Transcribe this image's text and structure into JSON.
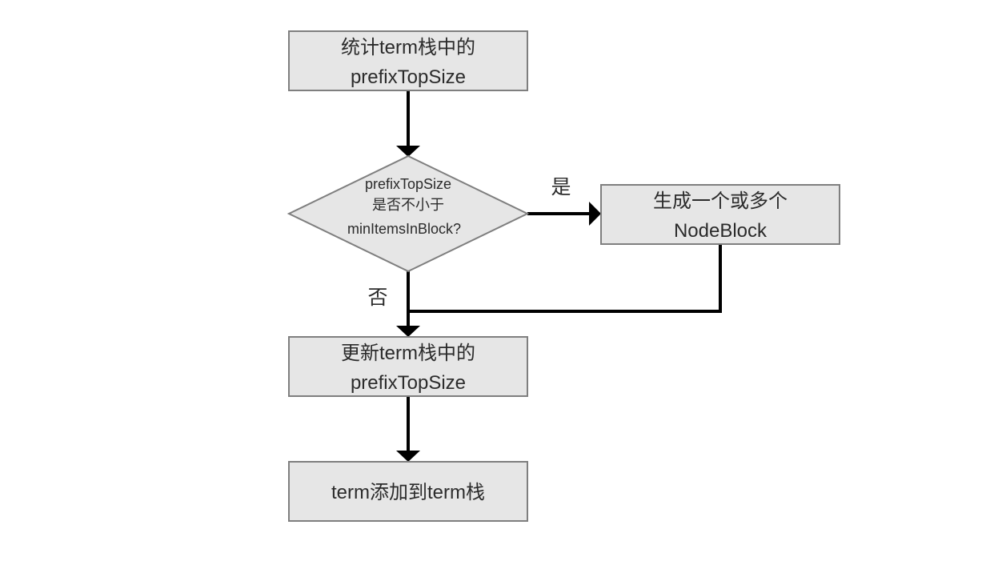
{
  "colors": {
    "node_fill": "#e6e6e6",
    "node_stroke": "#7f7f7f",
    "edge": "#000000",
    "text": "#2b2b2b"
  },
  "nodes": {
    "count_prefix": {
      "line1": "统计term栈中的",
      "line2": "prefixTopSize"
    },
    "decision": {
      "line1": "prefixTopSize",
      "line2": "是否不小于",
      "line3": "minItemsInBlock?"
    },
    "generate_block": {
      "line1": "生成一个或多个",
      "line2": "NodeBlock"
    },
    "update_prefix": {
      "line1": "更新term栈中的",
      "line2": "prefixTopSize"
    },
    "push_term": {
      "line1": "term添加到term栈"
    }
  },
  "edge_labels": {
    "yes": "是",
    "no": "否"
  }
}
